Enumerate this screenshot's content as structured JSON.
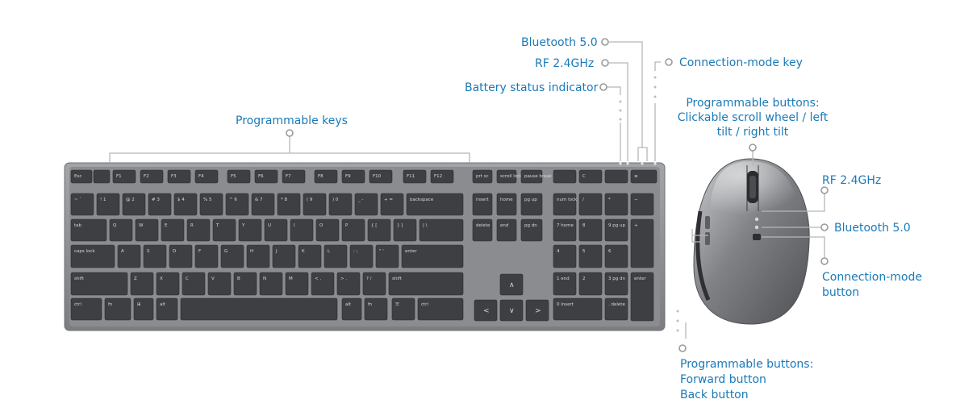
{
  "labels": {
    "programmable_keys": "Programmable keys",
    "kb_bluetooth": "Bluetooth 5.0",
    "kb_rf": "RF 2.4GHz",
    "battery": "Battery status indicator",
    "conn_key": "Connection-mode key",
    "mouse_buttons_top": [
      "Programmable buttons:",
      "Clickable scroll wheel / left",
      "tilt / right tilt"
    ],
    "mouse_rf": "RF 2.4GHz",
    "mouse_bluetooth": "Bluetooth 5.0",
    "conn_button": [
      "Connection-mode",
      "button"
    ],
    "mouse_buttons_side": [
      "Programmable buttons:",
      "Forward button",
      "Back button"
    ]
  },
  "keyboard": {
    "rows": [
      [
        "Esc",
        "",
        "F1",
        "F2",
        "F3",
        "F4",
        "F5",
        "F6",
        "F7",
        "F8",
        "F9",
        "F10",
        "F11",
        "F12",
        "prt sc",
        "scroll lock",
        "pause break",
        "",
        "C",
        "",
        "≡"
      ],
      [
        "~ `",
        "! 1",
        "@ 2",
        "# 3",
        "$ 4",
        "% 5",
        "^ 6",
        "& 7",
        "* 8",
        "( 9",
        ") 0",
        "_ -",
        "+ =",
        "backspace",
        "insert",
        "home",
        "pg up",
        "num lock",
        "/",
        "*",
        "−"
      ],
      [
        "tab",
        "Q",
        "W",
        "E",
        "R",
        "T",
        "Y",
        "U",
        "I",
        "O",
        "P",
        "{ [",
        "} ]",
        "| \\",
        "delete",
        "end",
        "pg dn",
        "7 home",
        "8",
        "9 pg up",
        "+"
      ],
      [
        "caps lock",
        "A",
        "S",
        "D",
        "F",
        "G",
        "H",
        "J",
        "K",
        "L",
        ": ;",
        "\" '",
        "enter",
        "4",
        "5",
        "6"
      ],
      [
        "shift",
        "Z",
        "X",
        "C",
        "V",
        "B",
        "N",
        "M",
        "< ,",
        "> .",
        "? /",
        "shift",
        "1 end",
        "2",
        "3 pg dn",
        "enter"
      ],
      [
        "ctrl",
        "fn",
        "⊞",
        "alt",
        "",
        "alt",
        "fn",
        "☰",
        "ctrl",
        "0 insert",
        ". delete"
      ]
    ]
  },
  "colors": {
    "label": "#1a7ab8",
    "keyboard_frame": "#8e9093",
    "key": "#3e3f42",
    "mouse_body": "#6e7074"
  }
}
